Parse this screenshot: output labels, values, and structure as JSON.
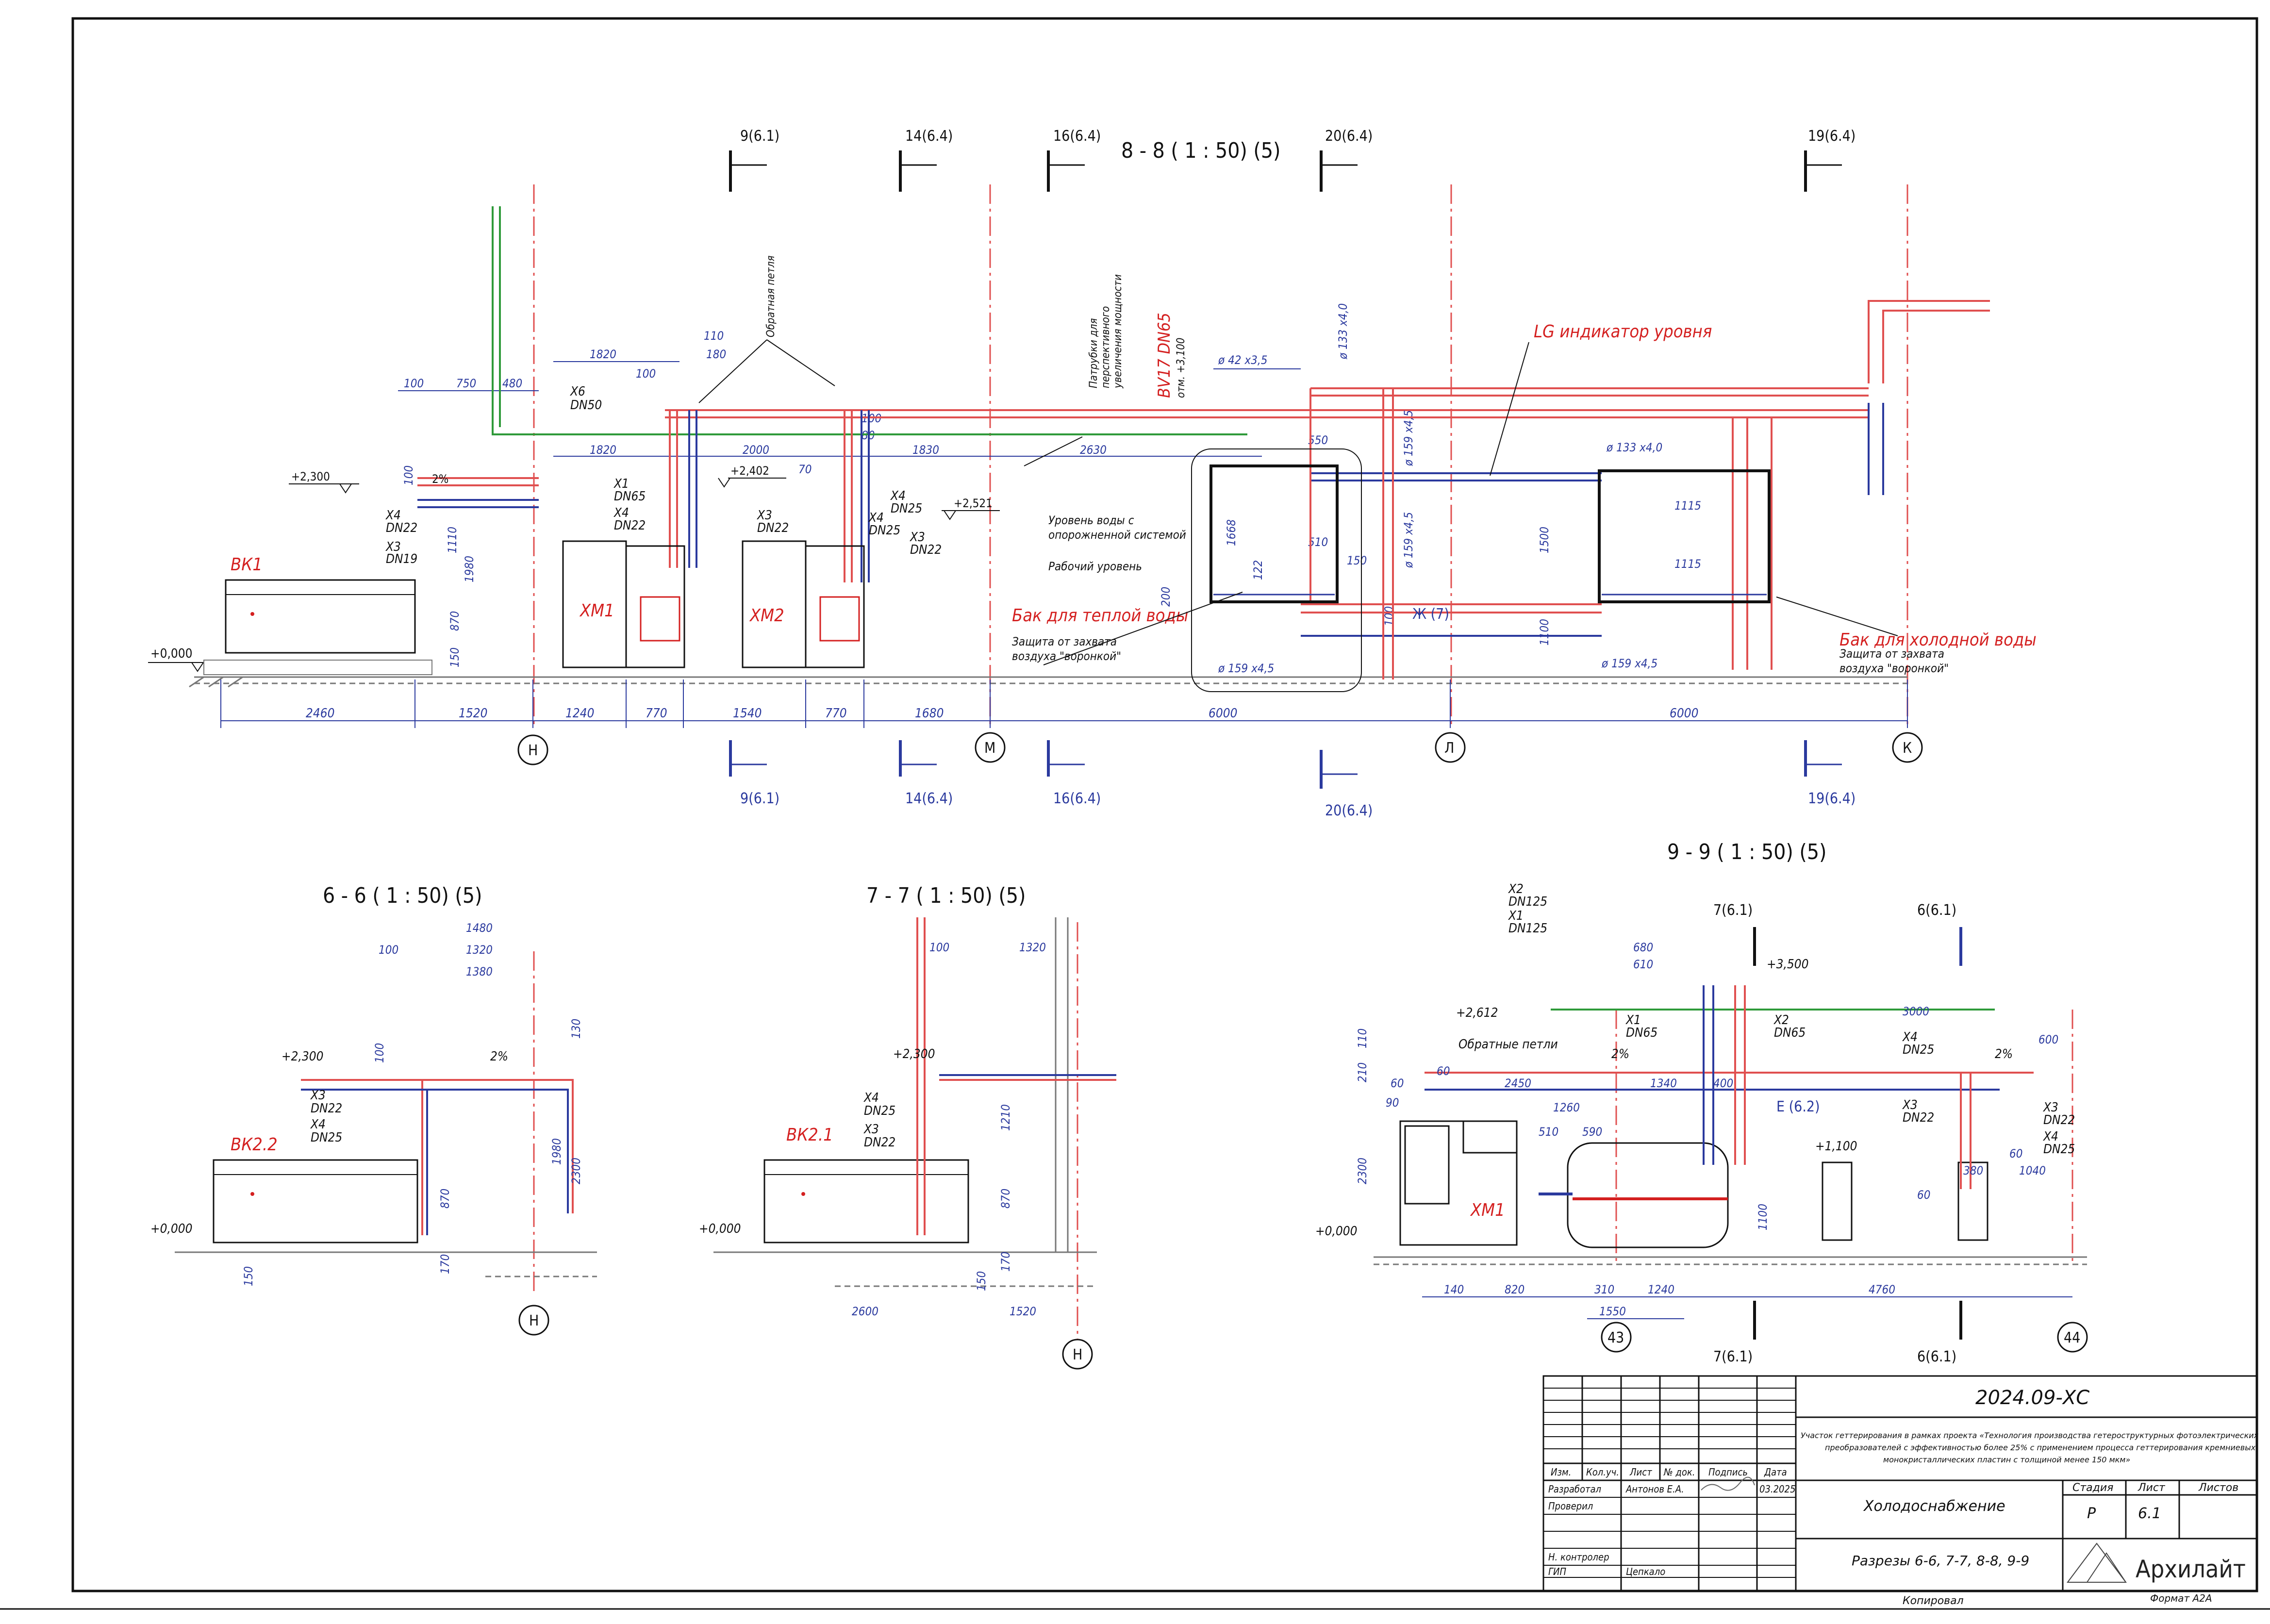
{
  "sheet": {
    "doc_code": "2024.09-ХС",
    "project": [
      "Участок геттерирования в рамках проекта «Технология производства гетероструктурных фотоэлектрических",
      "преобразователей с эффективностью более 25% с применением процесса геттерирования кремниевых",
      "монокристаллических пластин с толщиной менее 150 мкм»"
    ],
    "cols": [
      "Изм.",
      "Кол.уч.",
      "Лист",
      "№ док.",
      "Подпись",
      "Дата"
    ],
    "roles": [
      "Разработал",
      "Проверил",
      "Н. контролер",
      "ГИП"
    ],
    "dev_name": "Антонов Е.А.",
    "date": "03.2025",
    "gip_name": "Цепкало",
    "section": "Холодоснабжение",
    "sheet_title": "Разрезы 6-6, 7-7, 8-8, 9-9",
    "stage_label": "Стадия",
    "sheet_label": "Лист",
    "sheets_label": "Листов",
    "stage": "Р",
    "sheet_no": "6.1",
    "company": "Архилайт",
    "copied": "Копировал",
    "format": "Формат А2А"
  },
  "sections": {
    "s88": "8 - 8 ( 1 : 50) (5)",
    "s66": "6 - 6 ( 1 : 50) (5)",
    "s77": "7 - 7 ( 1 : 50) (5)",
    "s99": "9 - 9 ( 1 : 50) (5)"
  },
  "refs": {
    "r1": "9(6.1)",
    "r2": "14(6.4)",
    "r3": "16(6.4)",
    "r4": "20(6.4)",
    "r5": "19(6.4)",
    "r6": "7(6.1)",
    "r7": "6(6.1)",
    "e62": "Е (6.2)",
    "zh7": "Ж (7)"
  },
  "axes": {
    "n": "Н",
    "m": "М",
    "l": "Л",
    "k": "К",
    "a43": "43",
    "a44": "44"
  },
  "equipment": {
    "bk1": "ВК1",
    "xm1": "ХМ1",
    "xm2": "ХМ2",
    "bk22": "ВК2.2",
    "bk21": "ВК2.1",
    "warm_tank": "Бак для теплой воды",
    "cold_tank": "Бак для холодной воды",
    "lg": "LG индикатор уровня",
    "bv": "BV17 DN65",
    "bv_mark": "отм. +3,100"
  },
  "notes": {
    "level_empty_1": "Уровень воды с",
    "level_empty_2": "опорожненной системой",
    "work_level": "Рабочий уровень",
    "protect_1": "Защита от захвата",
    "protect_2": "воздуха \"воронкой\"",
    "return_loop": "Обратная петля",
    "return_loops": "Обратные петли",
    "nozzles_1": "Патрубки для",
    "nozzles_2": "перспективного",
    "nozzles_3": "увеличения мощности"
  },
  "marks": {
    "zero": "+0,000",
    "m2300": "+2,300",
    "m2402": "+2,402",
    "m2521": "+2,521",
    "m2612": "+2,612",
    "m3500": "+3,500",
    "m1100": "+1,100",
    "slope": "2%"
  },
  "pipes": {
    "x1": "Х1",
    "x2": "Х2",
    "x3": "Х3",
    "x4": "Х4",
    "x6": "Х6",
    "dn19": "DN19",
    "dn22": "DN22",
    "dn25": "DN25",
    "dn50": "DN50",
    "dn65": "DN65",
    "dn125": "DN125",
    "d42": "ø 42 x3,5",
    "d133": "ø 133 x4,0",
    "d159": "ø 159 x4,5"
  },
  "dims": {
    "bottom_88": [
      "2460",
      "1520",
      "1240",
      "770",
      "1540",
      "770",
      "1680",
      "6000",
      "6000"
    ],
    "top_88": [
      "100",
      "750",
      "480",
      "1820",
      "110",
      "180",
      "100",
      "1820",
      "2000",
      "70",
      "80",
      "100",
      "1830",
      "2630",
      "550"
    ],
    "vert_88": [
      "100",
      "1110",
      "1980",
      "870",
      "150",
      "1668",
      "122",
      "200",
      "510",
      "150",
      "100",
      "1500",
      "1100",
      "1115",
      "1115"
    ],
    "s66": [
      "1480",
      "1320",
      "1380",
      "100",
      "130",
      "100",
      "1980",
      "2300",
      "870",
      "170",
      "150"
    ],
    "s77": [
      "100",
      "1320",
      "1210",
      "870",
      "170",
      "150",
      "2600",
      "1520"
    ],
    "s99": [
      "680",
      "610",
      "3000",
      "600",
      "110",
      "210",
      "60",
      "60",
      "90",
      "2450",
      "1340",
      "400",
      "1260",
      "510",
      "590",
      "2300",
      "1100",
      "380",
      "60",
      "60",
      "1040",
      "140",
      "820",
      "310",
      "1240",
      "1550",
      "4760"
    ]
  }
}
